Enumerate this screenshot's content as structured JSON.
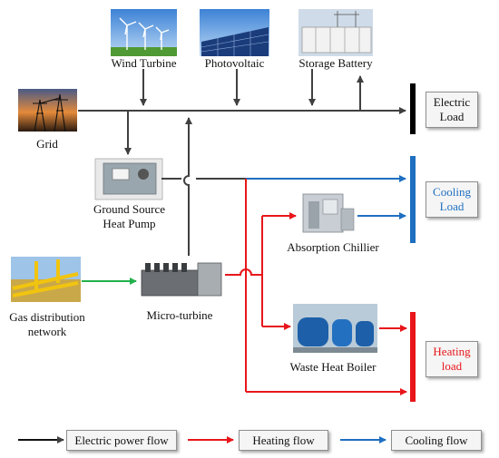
{
  "colors": {
    "electric": "#404040",
    "heating": "#e8161b",
    "cooling": "#1f6fc1",
    "green": "#22b14c",
    "heating_text": "#e8161b",
    "cooling_text": "#1f6fc1"
  },
  "nodes": {
    "wind": "Wind Turbine",
    "pv": "Photovoltaic",
    "battery": "Storage Battery",
    "grid": "Grid",
    "gshp_line1": "Ground Source",
    "gshp_line2": "Heat Pump",
    "gas_line1": "Gas distribution",
    "gas_line2": "network",
    "microturbine": "Micro-turbine",
    "chiller": "Absorption Chillier",
    "boiler": "Waste Heat Boiler"
  },
  "loads": {
    "electric_line1": "Electric",
    "electric_line2": "Load",
    "cooling_line1": "Cooling",
    "cooling_line2": "Load",
    "heating_line1": "Heating",
    "heating_line2": "load"
  },
  "legend": {
    "electric": "Electric power flow",
    "heating": "Heating flow",
    "cooling": "Cooling flow"
  },
  "icons": [
    "wind-turbine-icon",
    "photovoltaic-icon",
    "storage-battery-icon",
    "grid-icon",
    "heat-pump-icon",
    "gas-network-icon",
    "micro-turbine-icon",
    "absorption-chiller-icon",
    "waste-heat-boiler-icon"
  ]
}
